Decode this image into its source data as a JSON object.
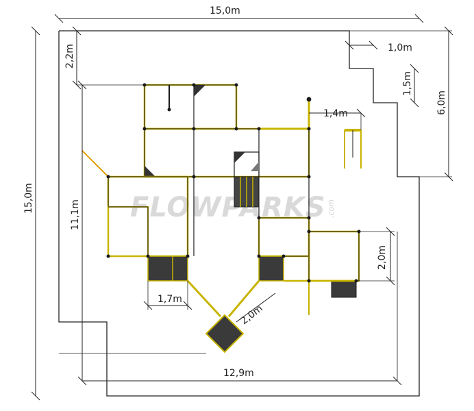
{
  "watermark": {
    "brand": "FLOWPARKS",
    "suffix": ".com"
  },
  "dimensions": {
    "overall_width": "15,0m",
    "overall_height": "15,0m",
    "left_offset_top": "2,2m",
    "inner_height": "11,1m",
    "inner_width": "12,9m",
    "step_width": "1,0m",
    "step_height": "1,5m",
    "right_height": "6,0m",
    "swing_width": "1,4m",
    "platform_right_height": "2,0m",
    "platform_bottom_width": "1,7m",
    "diagonal_length": "2,0m"
  },
  "colors": {
    "frame": "#1a1a1a",
    "beam": "#c8b400",
    "accent_orange": "#e0a000",
    "dark_fill": "#3a3a3a",
    "watermark": "#d9d9d9"
  }
}
